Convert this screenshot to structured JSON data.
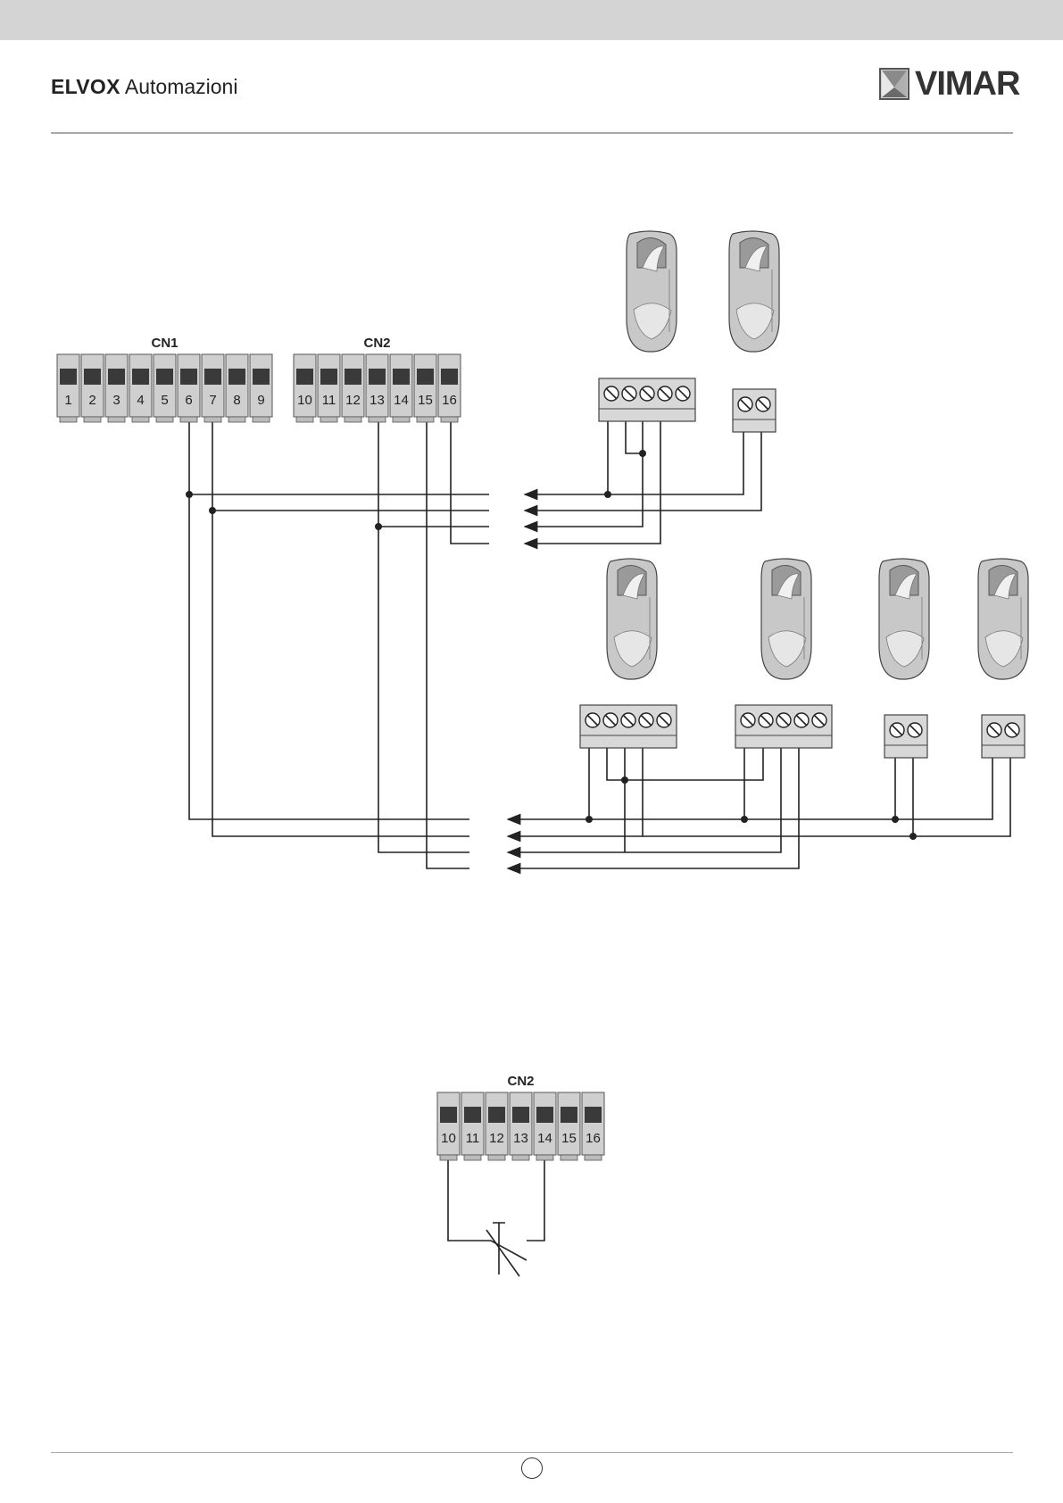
{
  "header": {
    "brand_bold": "ELVOX",
    "brand_light": "Automazioni",
    "logo_text": "VIMAR"
  },
  "diagram1": {
    "connectors": [
      {
        "label": "CN1",
        "terminals": [
          "1",
          "2",
          "3",
          "4",
          "5",
          "6",
          "7",
          "8",
          "9"
        ]
      },
      {
        "label": "CN2",
        "terminals": [
          "10",
          "11",
          "12",
          "13",
          "14",
          "15",
          "16"
        ]
      }
    ]
  },
  "diagram2": {
    "connector": {
      "label": "CN2",
      "terminals": [
        "10",
        "11",
        "12",
        "13",
        "14",
        "15",
        "16"
      ]
    }
  },
  "icons": {
    "photocell": "photocell-icon",
    "terminal_block": "terminal-block-icon",
    "switch": "normally-closed-switch-icon"
  }
}
